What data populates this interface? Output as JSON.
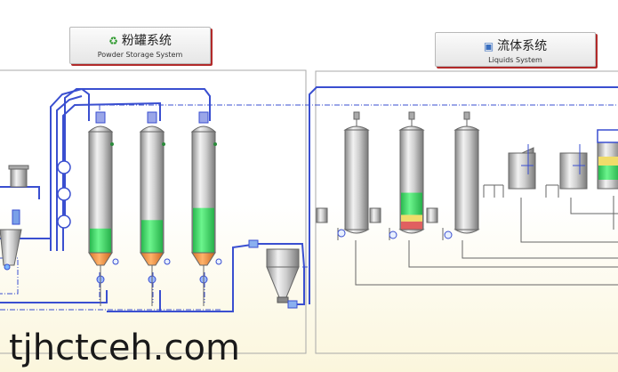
{
  "powder_panel": {
    "title_cn": "粉罐系统",
    "title_en": "Powder Storage System",
    "icon": "recycle-icon",
    "silo_levels": [
      0.2,
      0.27,
      0.37
    ]
  },
  "liquids_panel": {
    "title_cn": "流体系统",
    "title_en": "Liquids System",
    "icon": "monitor-icon",
    "tank_levels": [
      0,
      0.37,
      0
    ]
  },
  "watermark": "tjhctceh.com",
  "colors": {
    "pipe": "#3a4fd0",
    "level_green": "#3ee86a",
    "level_red": "#e06060",
    "level_yellow": "#f0dc6a",
    "frame": "#9a9a9a"
  }
}
